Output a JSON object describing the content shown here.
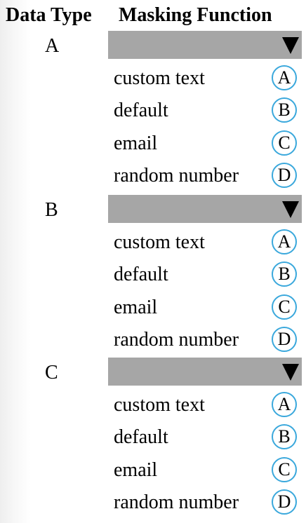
{
  "header": {
    "data_type_title": "Data Type",
    "masking_function_title": "Masking Function"
  },
  "groups": [
    {
      "type_label": "A",
      "options": [
        {
          "label": "custom text",
          "badge": "A"
        },
        {
          "label": "default",
          "badge": "B"
        },
        {
          "label": "email",
          "badge": "C"
        },
        {
          "label": "random number",
          "badge": "D"
        }
      ]
    },
    {
      "type_label": "B",
      "options": [
        {
          "label": "custom text",
          "badge": "A"
        },
        {
          "label": "default",
          "badge": "B"
        },
        {
          "label": "email",
          "badge": "C"
        },
        {
          "label": "random number",
          "badge": "D"
        }
      ]
    },
    {
      "type_label": "C",
      "options": [
        {
          "label": "custom text",
          "badge": "A"
        },
        {
          "label": "default",
          "badge": "B"
        },
        {
          "label": "email",
          "badge": "C"
        },
        {
          "label": "random number",
          "badge": "D"
        }
      ]
    }
  ],
  "colors": {
    "dropdown_background": "#a6a6a6",
    "badge_border": "#3aa8dc",
    "text": "#000000"
  },
  "icons": {
    "dropdown_arrow": "triangle-down-icon"
  }
}
